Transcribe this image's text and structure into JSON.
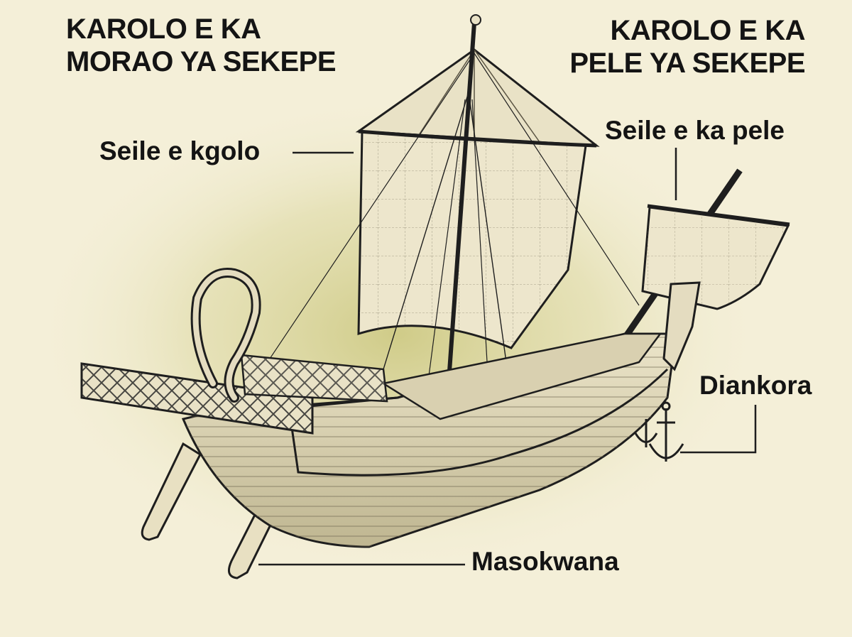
{
  "headings": {
    "stern": [
      "KAROLO E KA",
      "MORAO YA SEKEPE"
    ],
    "bow": [
      "KAROLO E KA",
      "PELE YA SEKEPE"
    ]
  },
  "labels": {
    "main_sail": "Seile e kgolo",
    "fore_sail": "Seile e ka pele",
    "anchors": "Diankora",
    "oars": "Masokwana"
  },
  "colors": {
    "background": "#f4efd8",
    "glow": "#c9c57a",
    "ink": "#141414",
    "sail": "#ede6cc",
    "hull": "#e4dcc0"
  }
}
